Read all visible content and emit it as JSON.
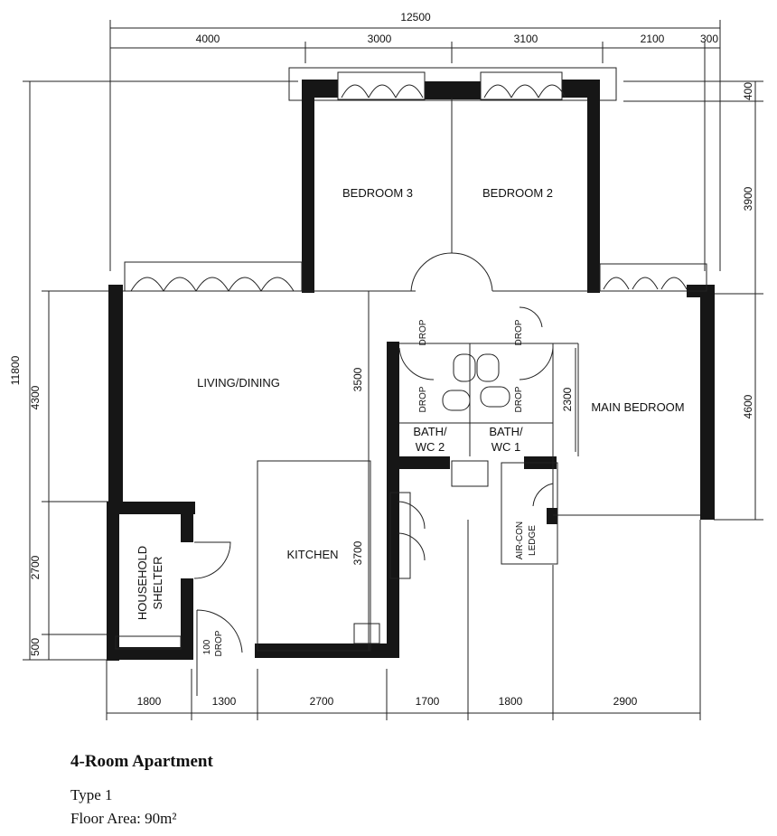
{
  "rooms": {
    "bedroom3": "BEDROOM 3",
    "bedroom2": "BEDROOM 2",
    "living": "LIVING/DINING",
    "main_bedroom": "MAIN BEDROOM",
    "kitchen": "KITCHEN",
    "bath2_a": "BATH/",
    "bath2_b": "WC 2",
    "bath1_a": "BATH/",
    "bath1_b": "WC 1",
    "shelter_a": "HOUSEHOLD",
    "shelter_b": "SHELTER",
    "aircon_a": "AIR-CON",
    "aircon_b": "LEDGE"
  },
  "markers": {
    "drop": "DROP",
    "drop_100": "100"
  },
  "dimensions": {
    "top_total": "12500",
    "top": [
      "4000",
      "3000",
      "3100",
      "2100",
      "300"
    ],
    "bottom": [
      "1800",
      "1300",
      "2700",
      "1700",
      "1800",
      "2900"
    ],
    "left_total": "11800",
    "left": [
      "4300",
      "2700",
      "500"
    ],
    "right": [
      "400",
      "3900",
      "4600"
    ],
    "interior_living": "3500",
    "interior_kitchen": "3700",
    "interior_bath": "2300"
  },
  "caption": {
    "title": "4-Room Apartment",
    "type": "Type 1",
    "area": "Floor Area: 90m²"
  }
}
